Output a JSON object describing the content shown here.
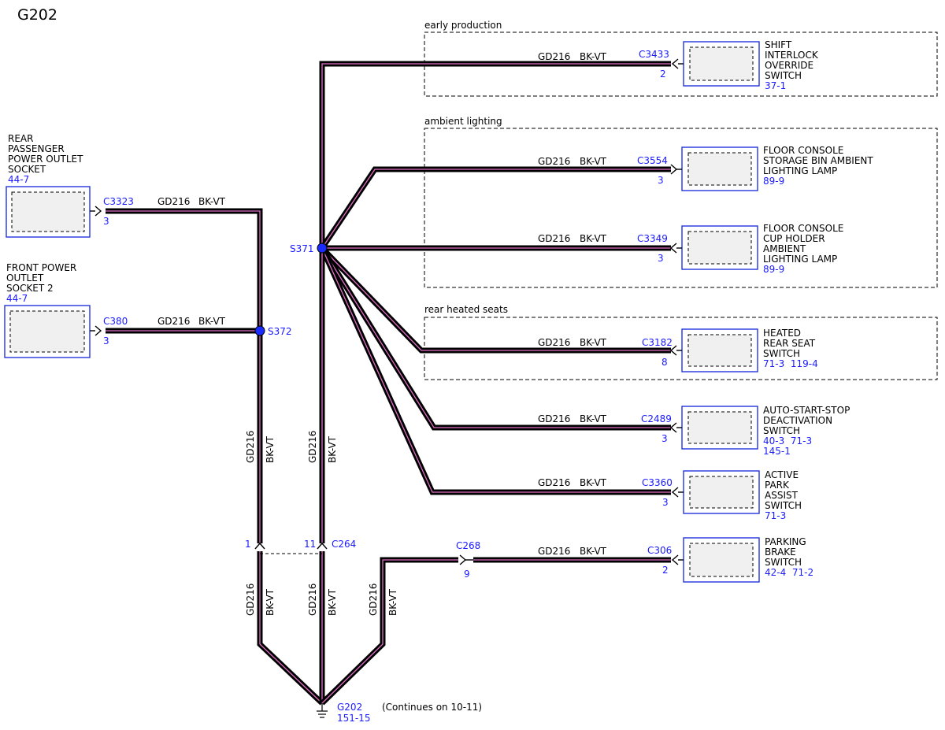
{
  "title": "G202",
  "groups": {
    "early_production": "early production",
    "ambient_lighting": "ambient lighting",
    "rear_heated_seats": "rear heated seats"
  },
  "wire": {
    "circuit": "GD216",
    "color": "BK-VT"
  },
  "left_components": {
    "rear_socket": {
      "lines": [
        "REAR",
        "PASSENGER",
        "POWER OUTLET",
        "SOCKET"
      ],
      "ref": "44-7",
      "connector": "C3323",
      "pin": "3"
    },
    "front_socket": {
      "lines": [
        "FRONT POWER",
        "OUTLET",
        "SOCKET 2"
      ],
      "ref": "44-7",
      "connector": "C380",
      "pin": "3"
    }
  },
  "right_components": {
    "shift_interlock": {
      "lines": [
        "SHIFT",
        "INTERLOCK",
        "OVERRIDE",
        "SWITCH"
      ],
      "refs": [
        "37-1"
      ],
      "connector": "C3433",
      "pin": "2"
    },
    "storage_bin_lamp": {
      "lines": [
        "FLOOR CONSOLE",
        "STORAGE BIN AMBIENT",
        "LIGHTING LAMP"
      ],
      "refs": [
        "89-9"
      ],
      "connector": "C3554",
      "pin": "3"
    },
    "cup_holder_lamp": {
      "lines": [
        "FLOOR CONSOLE",
        "CUP HOLDER",
        "AMBIENT",
        "LIGHTING LAMP"
      ],
      "refs": [
        "89-9"
      ],
      "connector": "C3349",
      "pin": "3"
    },
    "heated_seat_switch": {
      "lines": [
        "HEATED",
        "REAR SEAT",
        "SWITCH"
      ],
      "refs": [
        "71-3  119-4"
      ],
      "connector": "C3182",
      "pin": "8"
    },
    "auto_start_stop": {
      "lines": [
        "AUTO-START-STOP",
        "DEACTIVATION",
        "SWITCH"
      ],
      "refs": [
        "40-3  71-3",
        "145-1"
      ],
      "connector": "C2489",
      "pin": "3"
    },
    "park_assist": {
      "lines": [
        "ACTIVE",
        "PARK",
        "ASSIST",
        "SWITCH"
      ],
      "refs": [
        "71-3"
      ],
      "connector": "C3360",
      "pin": "3"
    },
    "parking_brake": {
      "lines": [
        "PARKING",
        "BRAKE",
        "SWITCH"
      ],
      "refs": [
        "42-4  71-2"
      ],
      "connector": "C306",
      "pin": "2"
    }
  },
  "splices": {
    "s371": "S371",
    "s372": "S372"
  },
  "inline_connectors": {
    "c264": {
      "name": "C264",
      "pin_left": "1",
      "pin_right": "11"
    },
    "c268": {
      "name": "C268",
      "pin": "9"
    }
  },
  "ground": {
    "name": "G202",
    "ref": "151-15",
    "note": "(Continues on 10-11)"
  }
}
